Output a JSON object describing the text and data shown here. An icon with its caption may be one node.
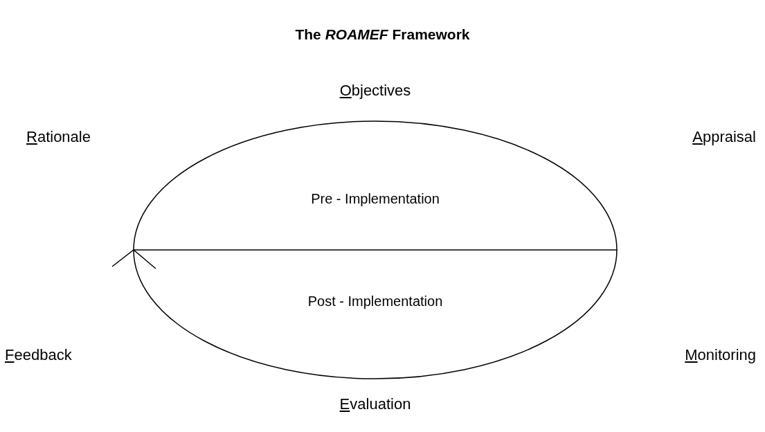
{
  "diagram": {
    "title": "The *ROAMEF* Framework",
    "nodes": [
      {
        "text": [
          "Pre - Implementation"
        ]
      },
      {
        "text": [
          "Post - Implementation"
        ]
      }
    ],
    "edges": [],
    "labels": [
      "Objectives",
      "Rationale",
      "Appraisal",
      "Feedback",
      "Monitoring",
      "Evaluation"
    ]
  }
}
